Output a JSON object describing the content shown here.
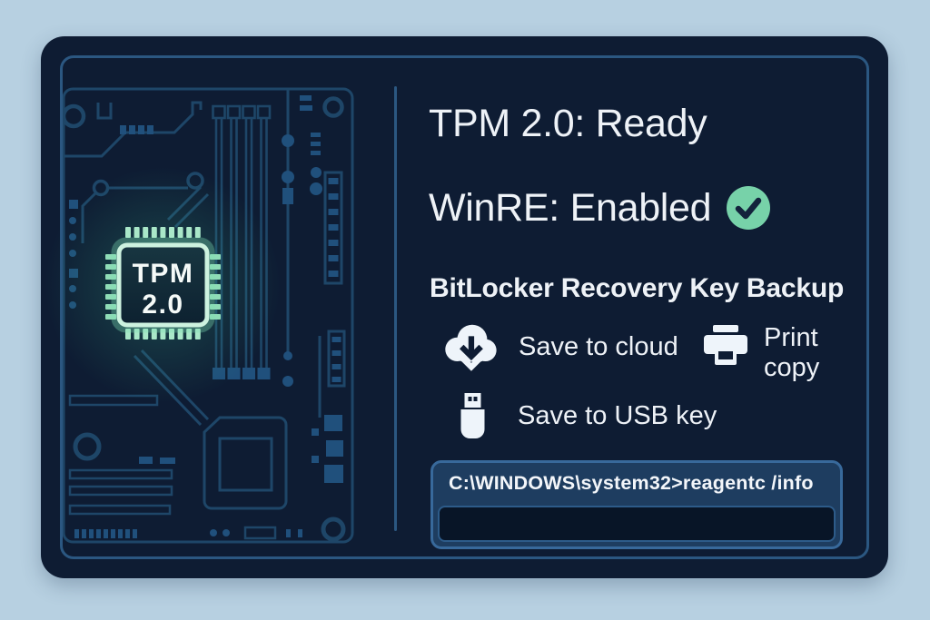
{
  "page": {
    "background": "#b7d0e1"
  },
  "card": {
    "background": "#0e1c33",
    "frame_color": "#2b5781"
  },
  "chip": {
    "label_line1": "TPM",
    "label_line2": "2.0"
  },
  "statuses": {
    "tpm": "TPM 2.0: Ready",
    "winre": "WinRE: Enabled"
  },
  "bitlocker": {
    "title": "BitLocker Recovery Key Backup",
    "options": [
      {
        "icon": "cloud-download-icon",
        "label": "Save to cloud"
      },
      {
        "icon": "printer-icon",
        "label": "Print copy"
      },
      {
        "icon": "usb-drive-icon",
        "label": "Save to USB key"
      }
    ]
  },
  "terminal": {
    "command": "C:\\WINDOWS\\system32>reagentc /info",
    "output": ""
  },
  "colors": {
    "check_green": "#77d2a9",
    "chip_border": "#cdf2df",
    "chip_glow": "#7fe0b4",
    "trace_blue": "#1e4668",
    "pad_blue": "#20507c",
    "icon_light": "#eef4fa",
    "terminal_header": "#1e3d60",
    "terminal_body": "#081527",
    "text": "#eef2f7"
  }
}
